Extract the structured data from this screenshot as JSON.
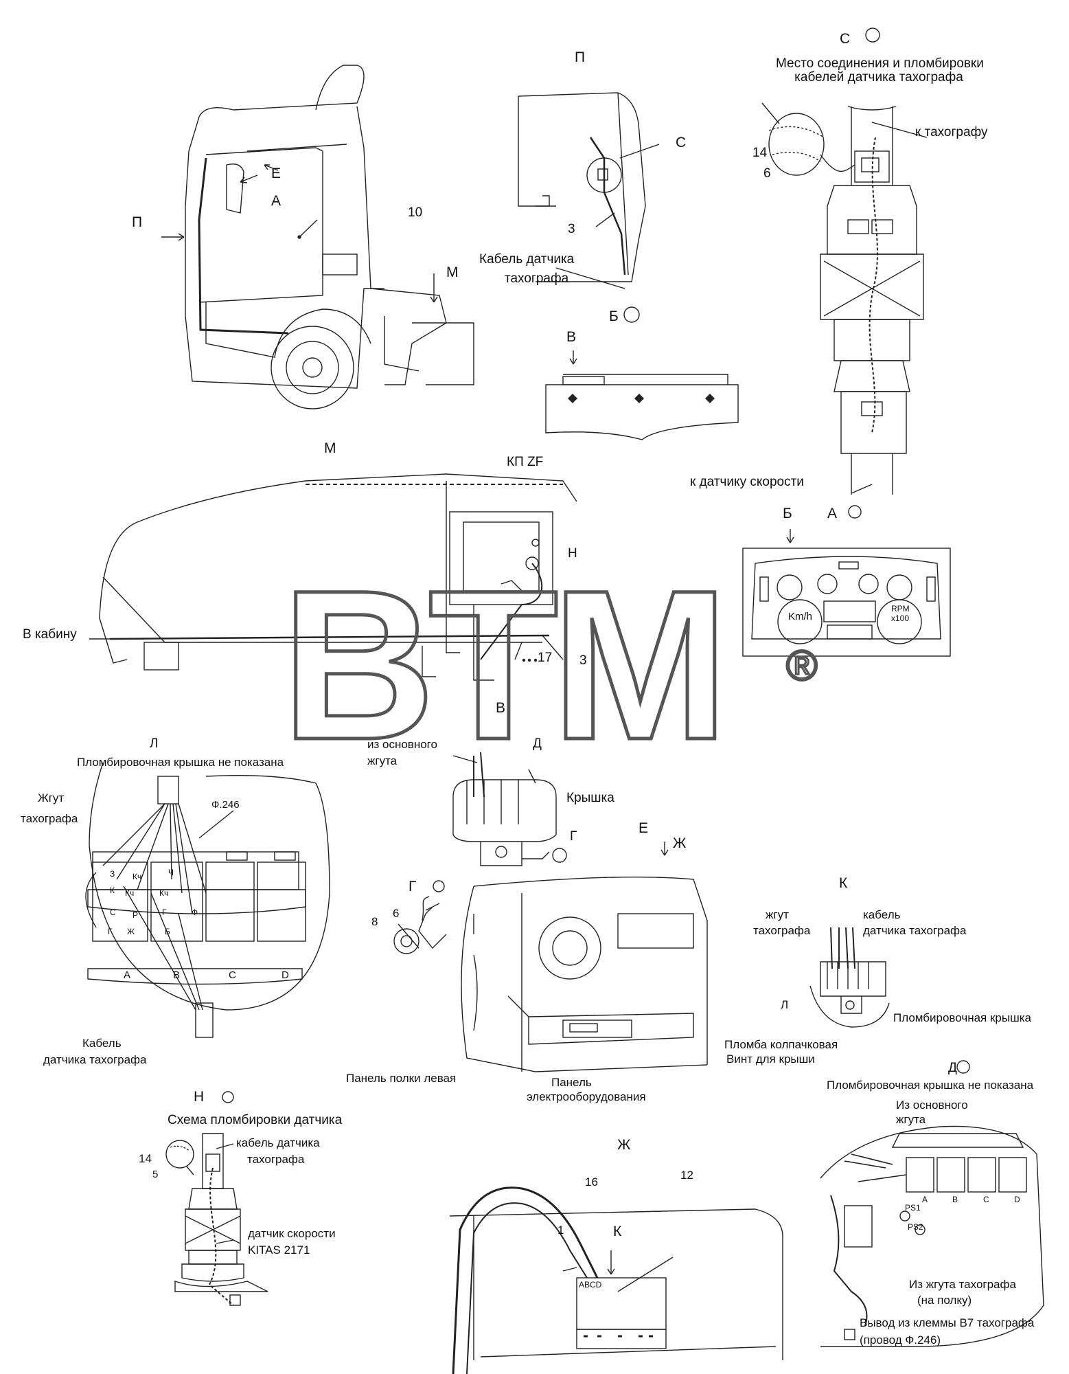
{
  "watermark": {
    "text": "BTM",
    "mark": "®"
  },
  "labels": {
    "view_p_arrow": "П",
    "view_e": "Е",
    "view_a": "А",
    "view_m": "М",
    "pos_10": "10",
    "view_p_title": "П",
    "pos_c": "С",
    "pos_3a": "3",
    "cable_sensor_1": "Кабель датчика",
    "cable_sensor_2": "тахографа",
    "view_b_circ": "Б",
    "view_v_arrow": "В",
    "view_c_title": "С",
    "c_caption_1": "Место соединения и пломбировки",
    "c_caption_2": "кабелей датчика тахографа",
    "to_tacho": "к тахографу",
    "pos_14a": "14",
    "pos_6a": "6",
    "to_speed_sensor": "к датчику скорости",
    "view_m_title": "М",
    "kp_zf": "КП ZF",
    "pos_n": "Н",
    "to_cab": "В кабину",
    "pos_17": "17",
    "pos_3b": "3",
    "pos_v": "В",
    "view_b2": "Б",
    "view_a_circ": "А",
    "kmh": "Km/h",
    "rpm": "RPM",
    "x100": "x100",
    "view_l_title": "Л",
    "l_caption": "Пломбировочная крышка не показана",
    "harness_1": "Жгут",
    "harness_2": "тахографа",
    "wire_246": "Ф.246",
    "cable_b_1": "Кабель",
    "cable_b_2": "датчика тахографа",
    "from_main_1": "из основного",
    "from_main_2": "жгута",
    "pos_d": "Д",
    "cover": "Крышка",
    "pos_g": "Г",
    "view_e2": "Е",
    "view_zh_arrow": "Ж",
    "view_g_circ": "Г",
    "pos_8": "8",
    "pos_6b": "6",
    "view_k_title": "К",
    "harness_k_1": "жгут",
    "harness_k_2": "тахографа",
    "cable_k_1": "кабель",
    "cable_k_2": "датчика тахографа",
    "pos_l": "Л",
    "seal_cover": "Пломбировочная крышка",
    "seal_cap": "Пломба колпачковая",
    "screw_cover": "Винт для крыши",
    "shelf_panel": "Панель полки левая",
    "elec_panel_1": "Панель",
    "elec_panel_2": "электрооборудования",
    "view_n_circ": "Н",
    "n_caption": "Схема пломбировки датчика",
    "pos_14b": "14",
    "pos_5": "5",
    "cable_n_1": "кабель датчика",
    "cable_n_2": "тахографа",
    "speed_1": "датчик скорости",
    "speed_2": "KITAS 2171",
    "view_zh_title": "Ж",
    "pos_16": "16",
    "pos_1": "1",
    "pos_k": "К",
    "pos_12": "12",
    "abcd": "ABCD",
    "view_d_circ": "Д",
    "d_caption": "Пломбировочная крышка не показана",
    "d_from_main_1": "Из основного",
    "d_from_main_2": "жгута",
    "d_from_tacho_1": "Из жгута тахографа",
    "d_from_tacho_2": "(на полку)",
    "d_b7_1": "Вывод из клеммы В7 тахографа",
    "d_b7_2": "(провод Ф.246)",
    "ps1": "PS1",
    "ps2": "PS2"
  },
  "connector_l": {
    "block1": [
      "З",
      "Кч",
      "К",
      "Кч",
      "С",
      "Р",
      "Г",
      "Ж"
    ],
    "block2": [
      "Ч",
      "Кч",
      "Г",
      "Ф",
      "Б"
    ],
    "sections": [
      "A",
      "B",
      "C",
      "D"
    ]
  },
  "connector_d": {
    "sections": [
      "A",
      "B",
      "C",
      "D"
    ]
  }
}
